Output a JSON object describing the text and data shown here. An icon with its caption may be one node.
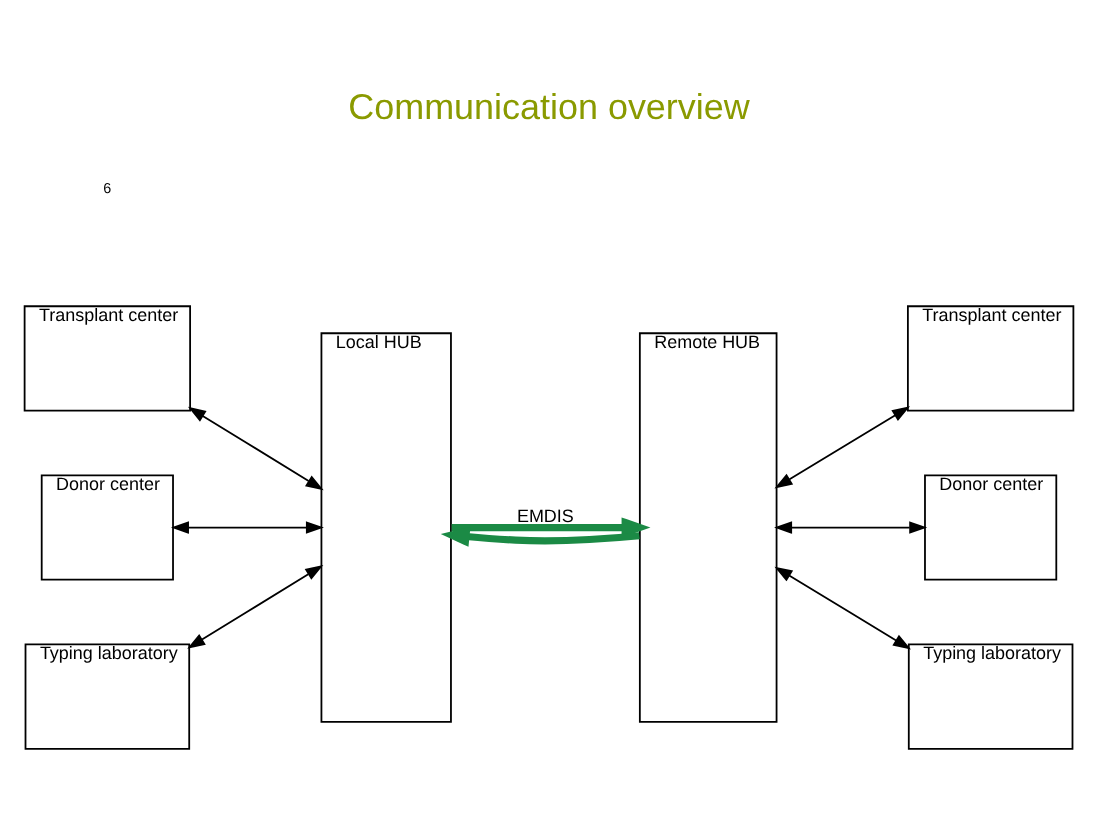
{
  "diagram": {
    "title": "Communication overview",
    "nodes": [
      {
        "text": [
          "Transplant center"
        ]
      },
      {
        "text": [
          "Donor center"
        ]
      },
      {
        "text": [
          "Typing laboratory"
        ]
      },
      {
        "text": [
          "Local HUB"
        ]
      },
      {
        "text": [
          "Remote HUB"
        ]
      },
      {
        "text": [
          "Transplant center"
        ]
      },
      {
        "text": [
          "Donor center"
        ]
      },
      {
        "text": [
          "Typing laboratory"
        ]
      }
    ],
    "edges": [
      {
        "from": 0,
        "to": 3,
        "arrow": "both"
      },
      {
        "from": 1,
        "to": 3,
        "arrow": "both"
      },
      {
        "from": 2,
        "to": 3,
        "arrow": "both"
      },
      {
        "from": 3,
        "to": 4,
        "arrow": "to",
        "label": "EMDIS",
        "style": "thick",
        "color": "#1b8a45"
      },
      {
        "from": 4,
        "to": 3,
        "arrow": "to",
        "style": "thick",
        "color": "#1b8a45"
      },
      {
        "from": 4,
        "to": 5,
        "arrow": "both"
      },
      {
        "from": 4,
        "to": 6,
        "arrow": "both"
      },
      {
        "from": 4,
        "to": 7,
        "arrow": "both"
      }
    ],
    "labels": [
      "6"
    ]
  }
}
